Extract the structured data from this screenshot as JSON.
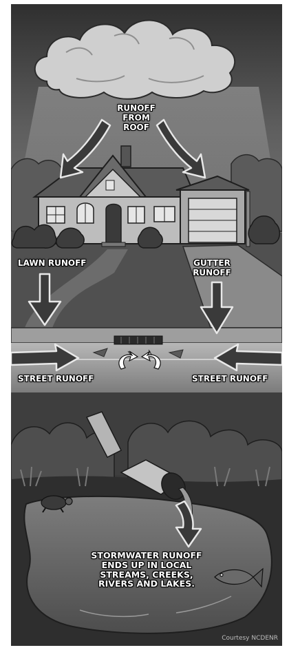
{
  "labels": {
    "roof": [
      "RUNOFF",
      "FROM",
      "ROOF"
    ],
    "lawn": "LAWN RUNOFF",
    "gutter": [
      "GUTTER",
      "RUNOFF"
    ],
    "street_left": "STREET RUNOFF",
    "street_right": "STREET RUNOFF",
    "destination": [
      "STORMWATER RUNOFF",
      "ENDS UP IN LOCAL",
      "STREAMS, CREEKS,",
      "RIVERS AND LAKES."
    ]
  },
  "credit": "Courtesy NCDENR",
  "colors": {
    "sky_dark": "#3b3b3b",
    "sky_light": "#8a8a8a",
    "cloud": "#cfcfcf",
    "house_wall": "#bdbdbd",
    "roof": "#5a5a5a",
    "grass": "#4a4a4a",
    "street": "#9a9a9a",
    "water": "#6e6e6e",
    "label_text": "#ffffff"
  }
}
